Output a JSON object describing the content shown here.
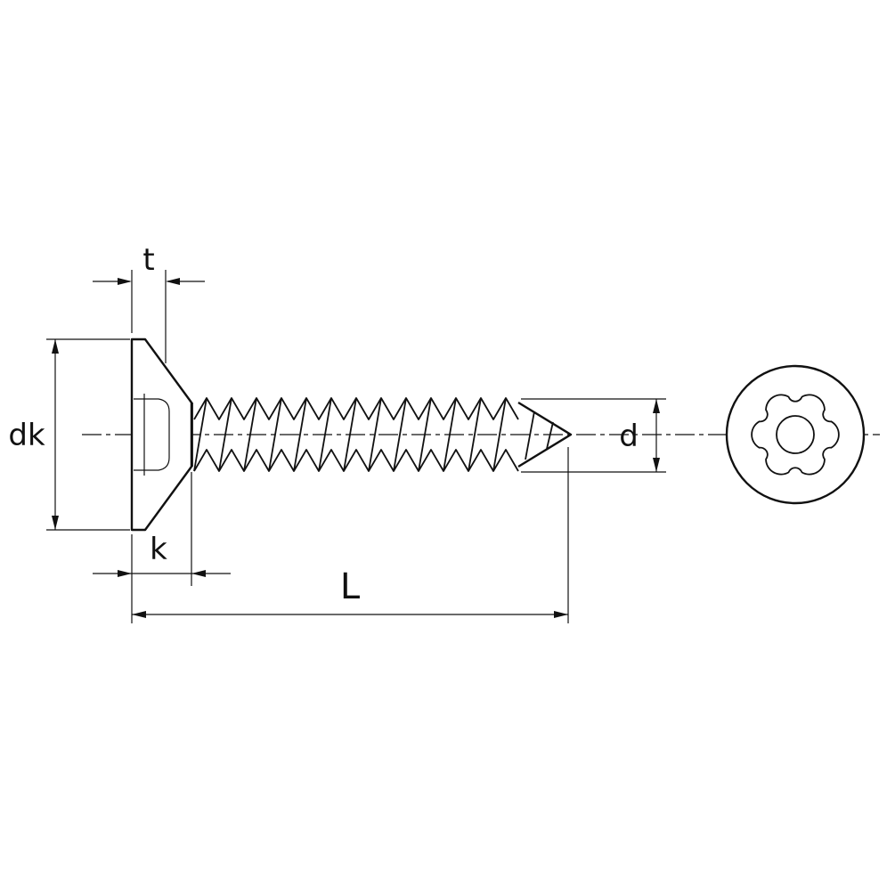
{
  "labels": {
    "t": "t",
    "dk": "dk",
    "k": "k",
    "L": "L",
    "d": "d"
  },
  "colors": {
    "line": "#111111",
    "background": "#ffffff"
  }
}
